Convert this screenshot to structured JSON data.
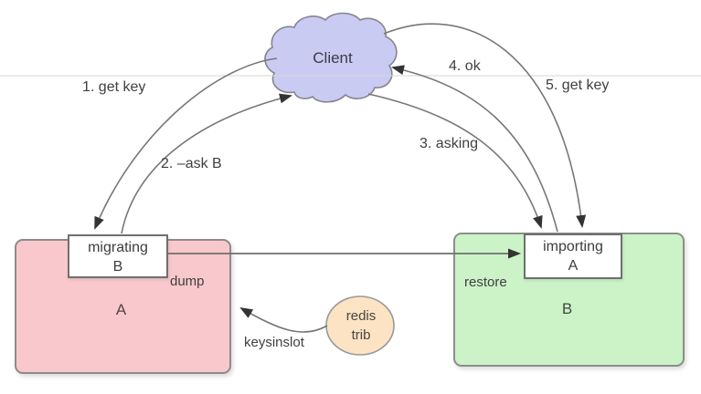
{
  "diagram": {
    "client": {
      "label": "Client"
    },
    "node_a": {
      "letter": "A",
      "slot_tag": "migrating\nB",
      "action_label": "dump"
    },
    "node_b": {
      "letter": "B",
      "slot_tag": "importing\nA",
      "action_label": "restore"
    },
    "trib": {
      "label": "redis\ntrib",
      "action_label": "keysinslot"
    },
    "steps": [
      {
        "label": "1. get key"
      },
      {
        "label": "2. –ask B"
      },
      {
        "label": "3. asking"
      },
      {
        "label": "4. ok"
      },
      {
        "label": "5. get key"
      }
    ],
    "colors": {
      "client_fill": "#cacbf3",
      "node_a_fill": "#f9c8cc",
      "node_b_fill": "#ccf3c8",
      "trib_fill": "#fbe3c4",
      "line": "#777777",
      "arrowhead": "#333333",
      "divider": "#d8d8d8"
    }
  }
}
